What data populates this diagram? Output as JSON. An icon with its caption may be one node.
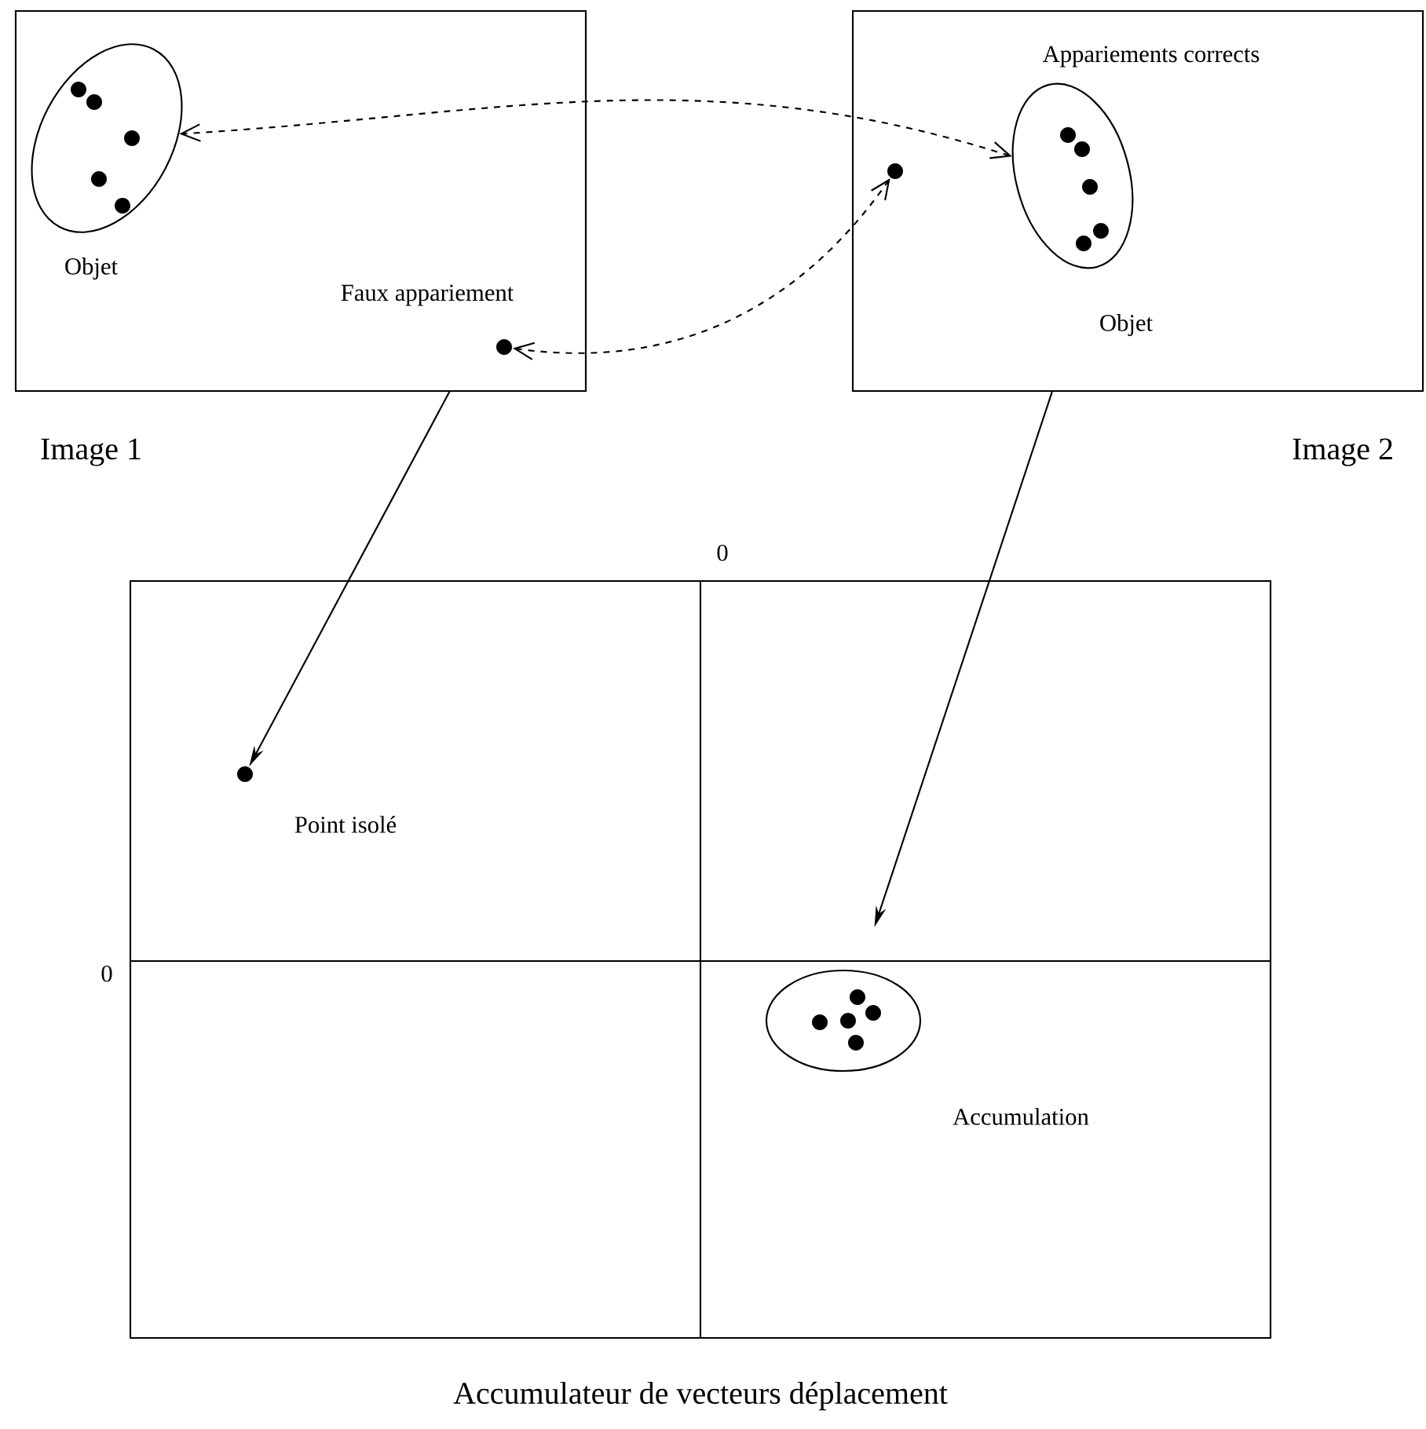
{
  "diagram": {
    "nodes": [
      {
        "text": [
          "Image 1"
        ]
      },
      {
        "text": [],
        "shape": "ellipse",
        "beside": [
          "Objet"
        ],
        "in": 0
      },
      {
        "text": [],
        "shape": "circle",
        "in": 0
      },
      {
        "text": [
          "Image 2"
        ]
      },
      {
        "text": [],
        "shape": "ellipse",
        "beside": [
          "Objet"
        ],
        "in": 3
      },
      {
        "text": [],
        "shape": "circle",
        "in": 3
      },
      {
        "text": [
          "Accumulateur de vecteurs déplacement"
        ]
      },
      {
        "text": [],
        "shape": "circle",
        "beside": [
          "Point isolé"
        ],
        "in": 6
      },
      {
        "text": [],
        "shape": "ellipse",
        "beside": [
          "Accumulation"
        ],
        "in": 6
      }
    ],
    "edges": [
      {
        "from": 4,
        "to": 1,
        "arrow": "both",
        "style": "dashed"
      },
      {
        "from": 2,
        "to": 5,
        "arrow": "both",
        "style": "dashed"
      },
      {
        "from": 0,
        "to": 7,
        "arrow": "to"
      },
      {
        "from": 3,
        "to": 8,
        "arrow": "to"
      }
    ],
    "labels": [
      "Appariements corrects",
      "Faux appariement",
      "0",
      "0"
    ]
  }
}
